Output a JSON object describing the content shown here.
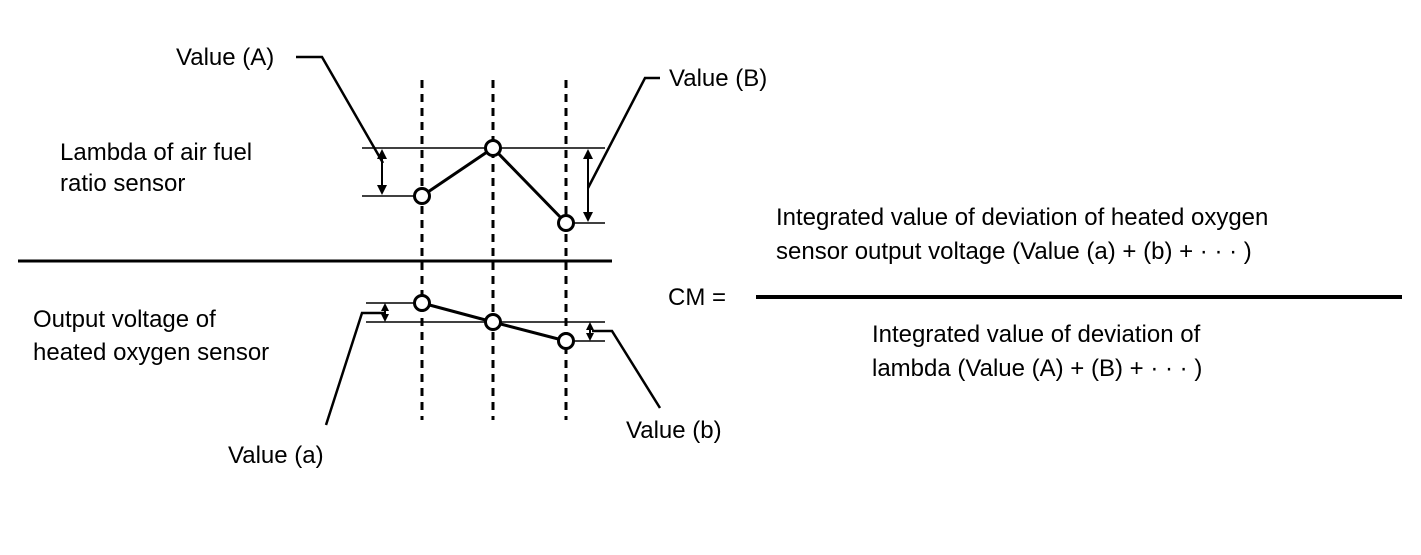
{
  "labels": {
    "lambda_title_line1": "Lambda of air fuel",
    "lambda_title_line2": "ratio sensor",
    "voltage_title_line1": "Output voltage of",
    "voltage_title_line2": "heated oxygen sensor",
    "value_A": "Value (A)",
    "value_B": "Value (B)",
    "value_a": "Value (a)",
    "value_b": "Value (b)"
  },
  "formula": {
    "lhs": "CM =",
    "numerator_line1": "Integrated value of deviation of heated oxygen",
    "numerator_line2": "sensor output voltage (Value (a) + (b) + · · · )",
    "denominator_line1": "Integrated value of deviation of",
    "denominator_line2": "lambda (Value (A) + (B) + · · · )"
  },
  "colors": {
    "line": "#000000",
    "background": "#ffffff"
  }
}
